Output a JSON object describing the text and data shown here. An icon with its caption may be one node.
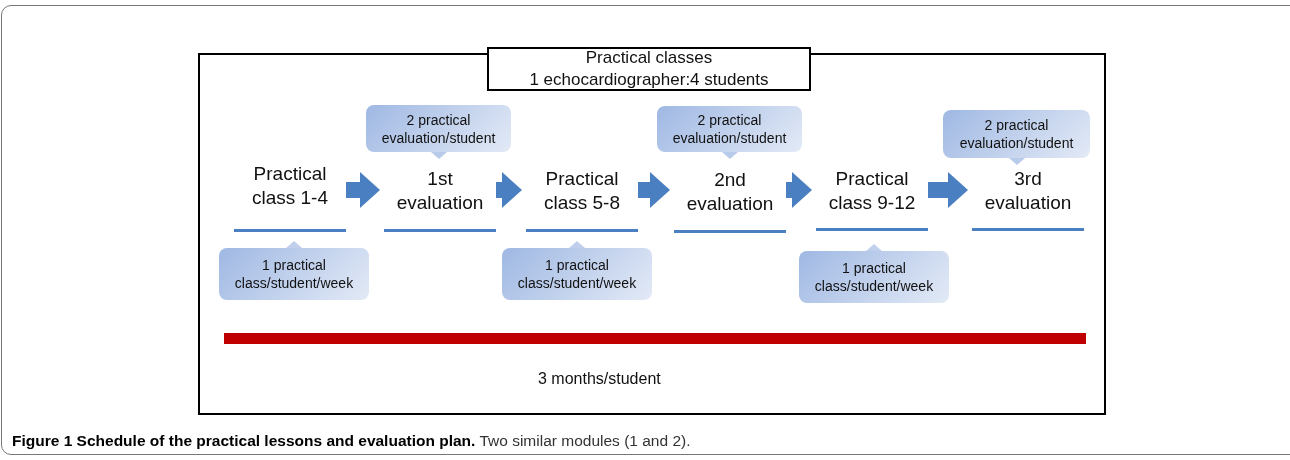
{
  "diagram": {
    "caption": "**Figure 1 Schedule of the practical lessons and evaluation plan.** Two similar modules (1 and 2).",
    "nodes": [
      {
        "text": [
          "Practical classes",
          "1 echocardiographer:4 students"
        ]
      },
      {
        "text": [],
        "shape": "box"
      },
      {
        "text": [
          "Practical class 1-4"
        ],
        "in": 1
      },
      {
        "text": [
          "1st evaluation"
        ],
        "in": 1
      },
      {
        "text": [
          "Practical class 5-8"
        ],
        "in": 1
      },
      {
        "text": [
          "2nd evaluation"
        ],
        "in": 1
      },
      {
        "text": [
          "Practical class 9-12"
        ],
        "in": 1
      },
      {
        "text": [
          "3rd evaluation"
        ],
        "in": 1
      },
      {
        "text": [
          "2 practical evaluation/student"
        ],
        "in": 1
      },
      {
        "text": [
          "2 practical evaluation/student"
        ],
        "in": 1
      },
      {
        "text": [
          "2 practical evaluation/student"
        ],
        "in": 1
      },
      {
        "text": [
          "1 practical class/student/week"
        ],
        "in": 1
      },
      {
        "text": [
          "1 practical class/student/week"
        ],
        "in": 1
      },
      {
        "text": [
          "1 practical class/student/week"
        ],
        "in": 1
      }
    ],
    "edges": [
      {
        "from": 2,
        "to": 3,
        "arrow": "to"
      },
      {
        "from": 3,
        "to": 4,
        "arrow": "to"
      },
      {
        "from": 4,
        "to": 5,
        "arrow": "to"
      },
      {
        "from": 5,
        "to": 6,
        "arrow": "to"
      },
      {
        "from": 6,
        "to": 7,
        "arrow": "to"
      }
    ],
    "labels": [
      "3 months/student"
    ]
  }
}
